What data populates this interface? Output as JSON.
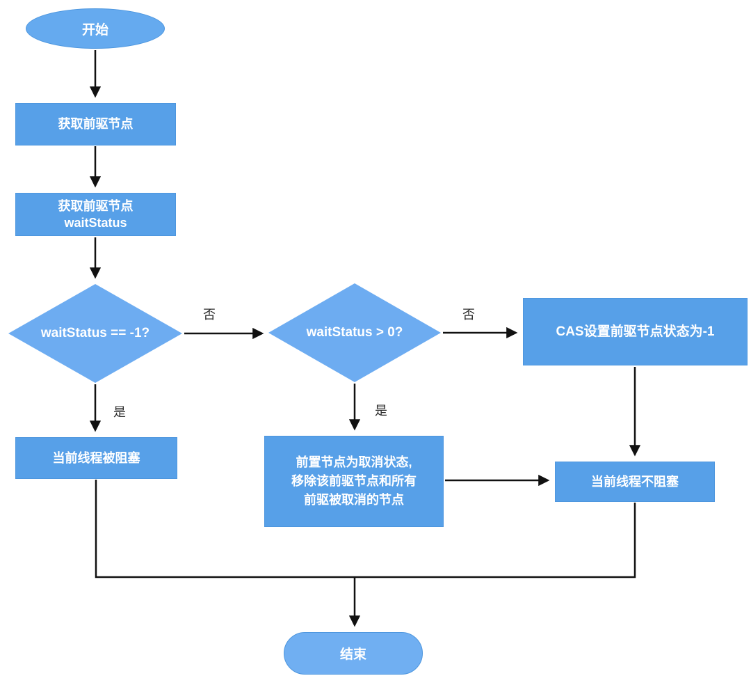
{
  "diagram": {
    "type": "flowchart",
    "language": "zh-CN",
    "topic": "AQS waitStatus 判断流程 (thread park decision flow)",
    "nodes": {
      "start": {
        "shape": "ellipse",
        "label": "开始"
      },
      "get_predecessor": {
        "shape": "rect",
        "label": "获取前驱节点"
      },
      "get_wait_status": {
        "shape": "rect",
        "label": "获取前驱节点\nwaitStatus"
      },
      "check_wait_status_eq_neg1": {
        "shape": "diamond",
        "label": "waitStatus == -1?"
      },
      "check_wait_status_gt_0": {
        "shape": "diamond",
        "label": "waitStatus > 0?"
      },
      "cas_set_neg1": {
        "shape": "rect",
        "label": "CAS设置前驱节点状态为-1"
      },
      "thread_blocked": {
        "shape": "rect",
        "label": "当前线程被阻塞"
      },
      "remove_cancelled": {
        "shape": "rect",
        "label": "前置节点为取消状态,\n移除该前驱节点和所有\n前驱被取消的节点"
      },
      "thread_not_blocked": {
        "shape": "rect",
        "label": "当前线程不阻塞"
      },
      "end": {
        "shape": "stadium",
        "label": "结束"
      }
    },
    "edge_labels": {
      "no_1": "否",
      "yes_1": "是",
      "no_2": "否",
      "yes_2": "是"
    },
    "edges": [
      {
        "from": "start",
        "to": "get_predecessor"
      },
      {
        "from": "get_predecessor",
        "to": "get_wait_status"
      },
      {
        "from": "get_wait_status",
        "to": "check_wait_status_eq_neg1"
      },
      {
        "from": "check_wait_status_eq_neg1",
        "to": "check_wait_status_gt_0",
        "label": "否"
      },
      {
        "from": "check_wait_status_eq_neg1",
        "to": "thread_blocked",
        "label": "是"
      },
      {
        "from": "check_wait_status_gt_0",
        "to": "cas_set_neg1",
        "label": "否"
      },
      {
        "from": "check_wait_status_gt_0",
        "to": "remove_cancelled",
        "label": "是"
      },
      {
        "from": "remove_cancelled",
        "to": "thread_not_blocked"
      },
      {
        "from": "cas_set_neg1",
        "to": "thread_not_blocked"
      },
      {
        "from": "thread_blocked",
        "to": "end"
      },
      {
        "from": "thread_not_blocked",
        "to": "end"
      }
    ],
    "colors": {
      "rect_fill": "#57A0E8",
      "diamond_fill": "#6DACF1",
      "terminal_fill": "#65AAEF",
      "end_fill": "#70AFF2",
      "shape_border": "#4D96DE",
      "shape_text": "#FFFFFF",
      "connector": "#111111",
      "branch_label": "#2B2B2B",
      "background": "#FFFFFF"
    }
  }
}
